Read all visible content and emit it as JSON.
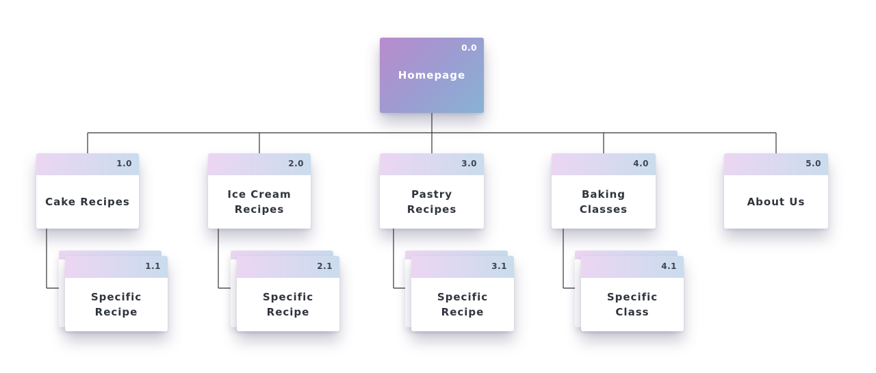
{
  "colors": {
    "line": "#333333",
    "root_gradient_start": "#b98bcd",
    "root_gradient_end": "#88b3d4",
    "header_gradient_start": "#ecd6f2",
    "header_gradient_end": "#c9dcee"
  },
  "root": {
    "code": "0.0",
    "label": "Homepage"
  },
  "sections": [
    {
      "code": "1.0",
      "label": "Cake Recipes",
      "child": {
        "code": "1.1",
        "label": "Specific\nRecipe"
      }
    },
    {
      "code": "2.0",
      "label": "Ice Cream\nRecipes",
      "child": {
        "code": "2.1",
        "label": "Specific\nRecipe"
      }
    },
    {
      "code": "3.0",
      "label": "Pastry\nRecipes",
      "child": {
        "code": "3.1",
        "label": "Specific\nRecipe"
      }
    },
    {
      "code": "4.0",
      "label": "Baking\nClasses",
      "child": {
        "code": "4.1",
        "label": "Specific\nClass"
      }
    },
    {
      "code": "5.0",
      "label": "About Us"
    }
  ]
}
